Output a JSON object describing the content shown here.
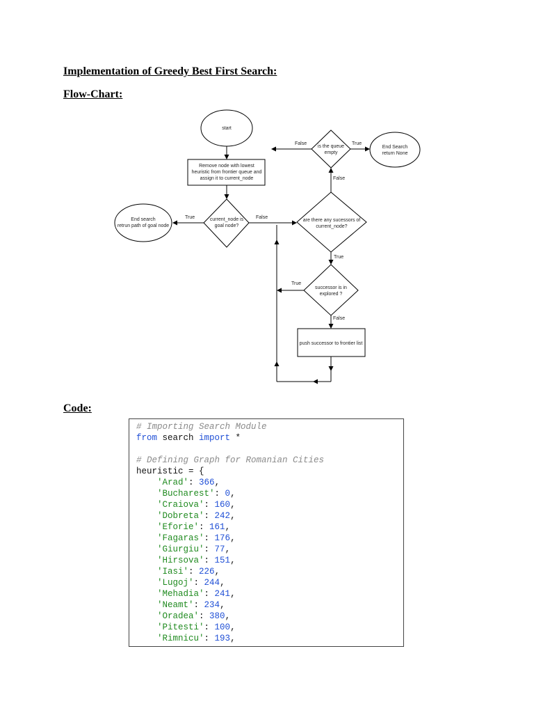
{
  "title": "Implementation of Greedy Best First Search:",
  "flowchart_heading": "Flow-Chart:",
  "code_heading": "Code:",
  "flowchart": {
    "start": "start",
    "remove_node": [
      "Remove node with lowest",
      "heuristic from frontier queue and",
      "assign it to current_node"
    ],
    "queue_empty": [
      "is the queue",
      "empty"
    ],
    "end_none": [
      "End Search",
      "return None"
    ],
    "goal_check": [
      "current_node is",
      "goal node?"
    ],
    "end_path": [
      "End search",
      "retrun path of goal node"
    ],
    "successors_check": [
      "are there any sucessors of",
      "current_node?"
    ],
    "explored_check": [
      "successor is in",
      "explored ?"
    ],
    "push": "push successor to frontier list",
    "labels": {
      "queue_false": "False",
      "queue_true": "True",
      "queue_down_false": "False",
      "goal_true": "True",
      "goal_false": "False",
      "succ_true": "True",
      "explored_true": "True",
      "explored_false": "False"
    }
  },
  "code": {
    "comment1": "# Importing Search Module",
    "line2": {
      "kw1": "from",
      "mid": " search ",
      "kw2": "import",
      "rest": " *"
    },
    "comment2": "# Defining Graph for Romanian Cities",
    "heuristic_open": "heuristic = {",
    "entries": [
      {
        "key": "'Arad'",
        "value": "366"
      },
      {
        "key": "'Bucharest'",
        "value": "0"
      },
      {
        "key": "'Craiova'",
        "value": "160"
      },
      {
        "key": "'Dobreta'",
        "value": "242"
      },
      {
        "key": "'Eforie'",
        "value": "161"
      },
      {
        "key": "'Fagaras'",
        "value": "176"
      },
      {
        "key": "'Giurgiu'",
        "value": "77"
      },
      {
        "key": "'Hirsova'",
        "value": "151"
      },
      {
        "key": "'Iasi'",
        "value": "226"
      },
      {
        "key": "'Lugoj'",
        "value": "244"
      },
      {
        "key": "'Mehadia'",
        "value": "241"
      },
      {
        "key": "'Neamt'",
        "value": "234"
      },
      {
        "key": "'Oradea'",
        "value": "380"
      },
      {
        "key": "'Pitesti'",
        "value": "100"
      },
      {
        "key": "'Rimnicu'",
        "value": "193"
      }
    ]
  }
}
